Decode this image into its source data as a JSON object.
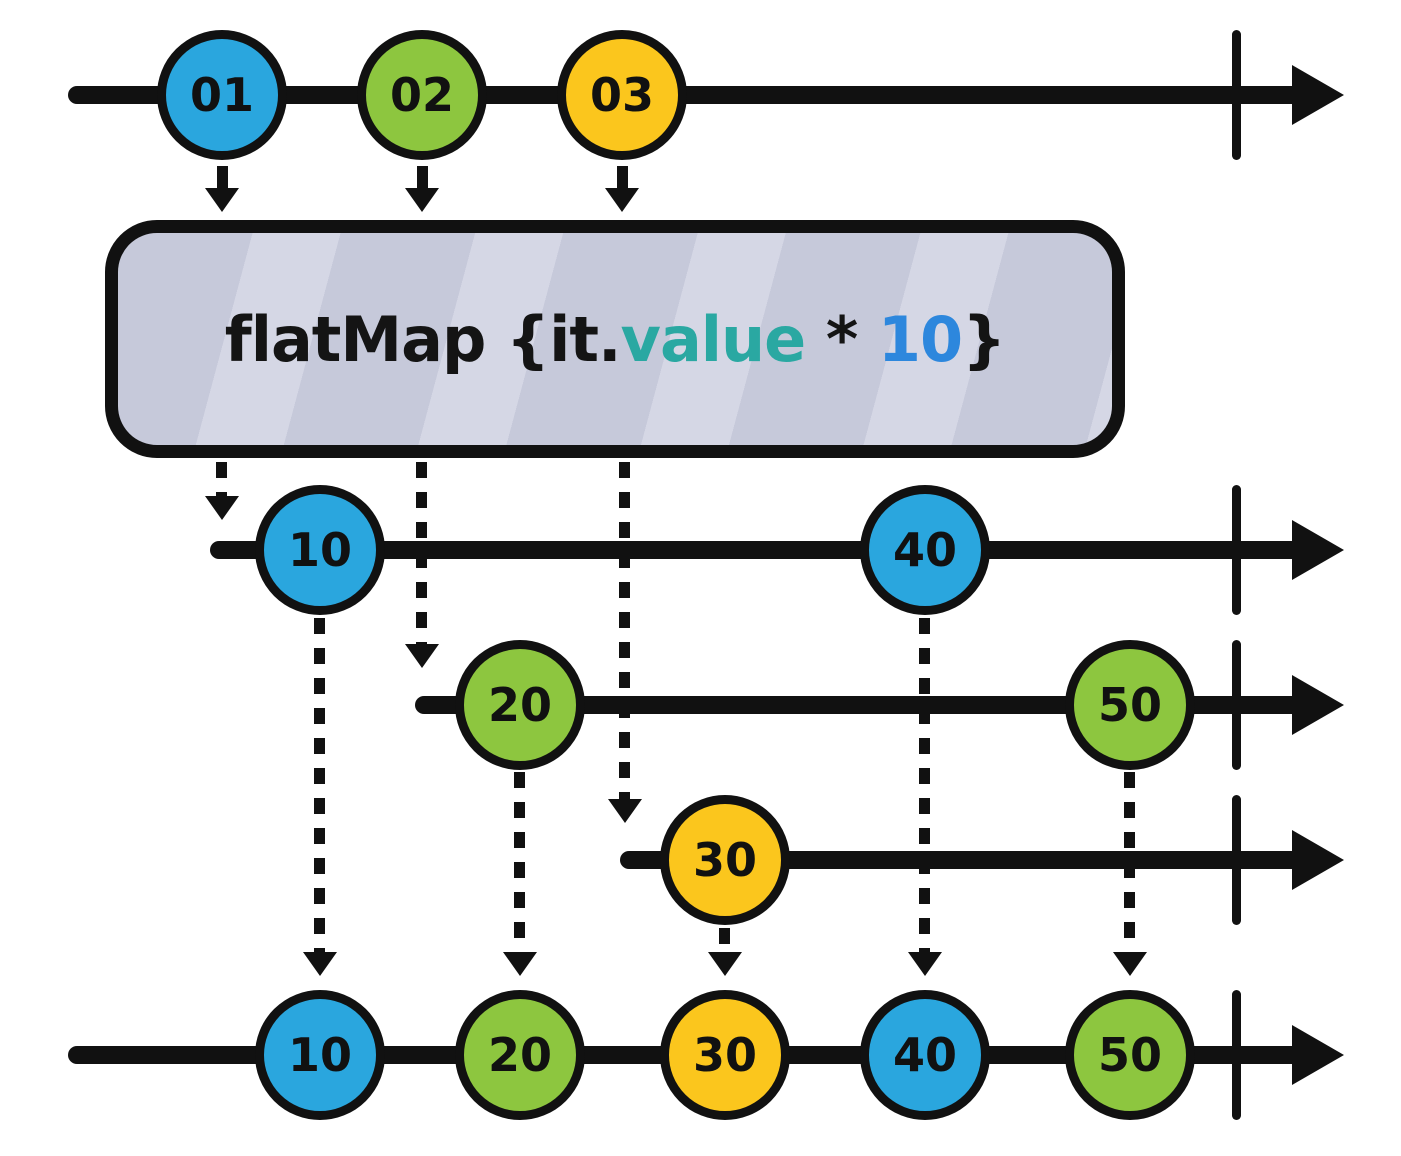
{
  "palette": {
    "blue": "#2aa6de",
    "green": "#8dc63f",
    "yellow": "#fbc61d",
    "teal": "#2aa8a2",
    "code_blue": "#2d87dd",
    "box_fill": "#c6c9da",
    "box_stripe": "#d5d7e5"
  },
  "operator": {
    "parts": [
      {
        "text": "flatMap {it.",
        "color": "black"
      },
      {
        "text": "value",
        "color": "teal"
      },
      {
        "text": " * ",
        "color": "black"
      },
      {
        "text": "10",
        "color": "code_blue"
      },
      {
        "text": "}",
        "color": "black"
      }
    ]
  },
  "streams": {
    "source": {
      "events": [
        {
          "label": "01",
          "color": "blue"
        },
        {
          "label": "02",
          "color": "green"
        },
        {
          "label": "03",
          "color": "yellow"
        }
      ]
    },
    "inner": [
      {
        "events": [
          {
            "label": "10",
            "color": "blue"
          },
          {
            "label": "40",
            "color": "blue"
          }
        ]
      },
      {
        "events": [
          {
            "label": "20",
            "color": "green"
          },
          {
            "label": "50",
            "color": "green"
          }
        ]
      },
      {
        "events": [
          {
            "label": "30",
            "color": "yellow"
          }
        ]
      }
    ],
    "output": {
      "events": [
        {
          "label": "10",
          "color": "blue"
        },
        {
          "label": "20",
          "color": "green"
        },
        {
          "label": "30",
          "color": "yellow"
        },
        {
          "label": "40",
          "color": "blue"
        },
        {
          "label": "50",
          "color": "green"
        }
      ]
    }
  }
}
